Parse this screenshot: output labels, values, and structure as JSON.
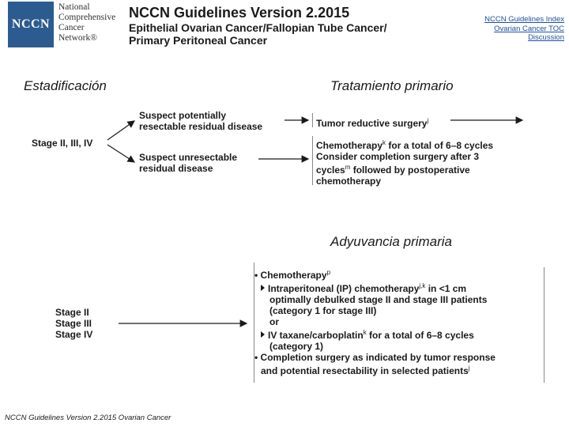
{
  "logo": {
    "abbr": "NCCN",
    "line1": "National",
    "line2": "Comprehensive",
    "line3": "Cancer",
    "line4": "Network®"
  },
  "header": {
    "title": "NCCN Guidelines Version 2.2015",
    "subtitle1": "Epithelial Ovarian Cancer/Fallopian Tube Cancer/",
    "subtitle2": "Primary Peritoneal Cancer"
  },
  "links": {
    "index": "NCCN Guidelines Index",
    "toc": "Ovarian Cancer TOC",
    "discussion": "Discussion"
  },
  "sections": {
    "staging": "Estadificación",
    "primary_treatment": "Tratamiento primario",
    "adjuvant": "Adyuvancia primaria"
  },
  "flow1": {
    "stage": "Stage II, III, IV",
    "resectable_1": "Suspect potentially",
    "resectable_2": "resectable residual disease",
    "unresectable_1": "Suspect unresectable",
    "unresectable_2": "residual disease",
    "surgery": "Tumor reductive surgery",
    "surgery_ref": "j",
    "chemo1": "Chemotherapy",
    "chemo1_ref": "k",
    "chemo1_rest": " for a total of 6–8 cycles",
    "chemo2": "Consider completion surgery after 3",
    "chemo3": "cycles",
    "chemo3_ref": "m",
    "chemo3_rest": " followed by postoperative",
    "chemo4": "chemotherapy"
  },
  "flow2": {
    "stage_ii": "Stage II",
    "stage_iii": "Stage III",
    "stage_iv": "Stage IV",
    "bullet1": "• Chemotherapy",
    "bullet1_ref": "p",
    "ip1": "Intraperitoneal (IP) chemotherapy",
    "ip1_ref": "j,k",
    "ip1_rest": " in <1 cm",
    "ip2": "optimally debulked stage II and stage III patients",
    "ip3": "(category 1 for stage III)",
    "or": "or",
    "iv1": "IV taxane/carboplatin",
    "iv1_ref": "k",
    "iv1_rest": " for a total of 6–8 cycles",
    "iv2": "(category 1)",
    "bullet2": "• Completion surgery as indicated by tumor response",
    "bullet2b": "and potential resectability in selected patients",
    "bullet2b_ref": "j"
  },
  "footer": "NCCN Guidelines Version 2.2015 Ovarian Cancer"
}
